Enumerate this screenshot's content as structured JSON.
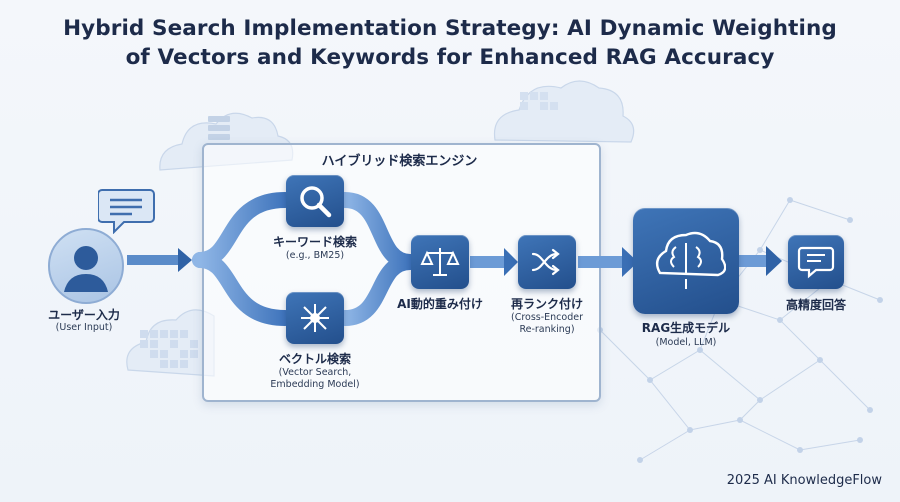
{
  "title": {
    "line1": "Hybrid Search Implementation Strategy: AI Dynamic Weighting",
    "line2": "of Vectors and Keywords for Enhanced RAG Accuracy"
  },
  "engine": {
    "label": "ハイブリッド検索エンジン"
  },
  "nodes": {
    "user": {
      "label": "ユーザー入力",
      "sub": "(User Input)",
      "icon": "user-icon"
    },
    "keyword": {
      "label": "キーワード検索",
      "sub": "(e.g., BM25)",
      "icon": "magnifier-icon"
    },
    "vector": {
      "label": "ベクトル検索",
      "sub1": "(Vector Search,",
      "sub2": "Embedding Model)",
      "icon": "vector-hub-icon"
    },
    "weighting": {
      "label": "AI動的重み付け",
      "icon": "scale-icon"
    },
    "rerank": {
      "label": "再ランク付け",
      "sub1": "(Cross-Encoder",
      "sub2": "Re-ranking)",
      "icon": "shuffle-icon"
    },
    "rag": {
      "label": "RAG生成モデル",
      "sub": "(Model, LLM)",
      "icon": "brain-cloud-icon"
    },
    "answer": {
      "label": "高精度回答",
      "icon": "chat-bubble-icon"
    }
  },
  "footer": "2025 AI KnowledgeFlow",
  "colors": {
    "primary": "#2b5a9a",
    "flow": "#5b8fd0",
    "text": "#1d2b4a"
  }
}
